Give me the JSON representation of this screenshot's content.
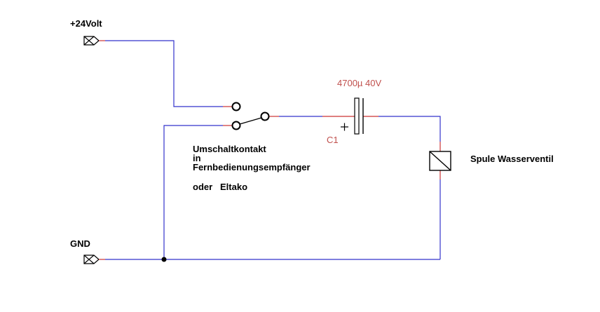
{
  "labels": {
    "supply": "+24Volt",
    "ground": "GND",
    "capacitor_value": "4700µ 40V",
    "capacitor_ref": "C1",
    "coil": "Spule Wasserventil",
    "switch_line1": "Umschaltkontakt",
    "switch_line2": "in",
    "switch_line3": "Fernbedienungsempfänger",
    "switch_line4": "oder   Eltako"
  },
  "colors": {
    "wire": "#3333cc",
    "pin": "#cc3333",
    "component": "#000000",
    "capacitor_text": "#c0504d"
  }
}
